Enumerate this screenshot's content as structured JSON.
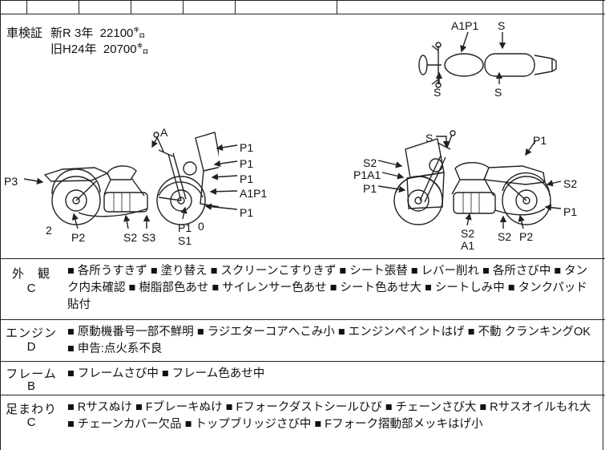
{
  "shaken": {
    "label": "車検証",
    "line1": "新R 3年  22100㌔",
    "line2": "旧H24年  20700㌔"
  },
  "top_view_labels": [
    "A1P1",
    "S",
    "S",
    "S"
  ],
  "left_bike_labels": [
    "A",
    "P1",
    "P1",
    "P1",
    "A1P1",
    "P1",
    "P3",
    "2",
    "P2",
    "S2",
    "S3",
    "P1",
    "S1",
    "0"
  ],
  "right_bike_labels": [
    "S",
    "P1",
    "S2",
    "P1A1",
    "P1",
    "S2",
    "P1",
    "S2",
    "A1",
    "S2",
    "P2"
  ],
  "sections": [
    {
      "name": "外　観",
      "grade": "C",
      "comments": "■ 各所うすきず ■ 塗り替え ■ スクリーンこすりきず ■ シート張替 ■ レバー削れ ■ 各所さび中 ■ タンク内未確認 ■ 樹脂部色あせ ■ サイレンサー色あせ ■ シート色あせ大 ■ シートしみ中 ■ タンクパッド貼付"
    },
    {
      "name": "エンジン",
      "grade": "D",
      "comments": "■ 原動機番号一部不鮮明 ■ ラジエターコアへこみ小 ■ エンジンペイントはげ ■ 不動 クランキングOK ■ 申告:点火系不良"
    },
    {
      "name": "フレーム",
      "grade": "B",
      "comments": "■ フレームさび中 ■ フレーム色あせ中"
    },
    {
      "name": "足まわり",
      "grade": "C",
      "comments": "■ Rサスぬけ ■ Fブレーキぬけ ■ Fフォークダストシールひび ■ チェーンさび大 ■ Rサスオイルもれ大 ■ チェーンカバー欠品 ■ トップブリッジさび中 ■ Fフォーク摺動部メッキはげ小"
    }
  ],
  "colors": {
    "line": "#222222",
    "text": "#111111",
    "background": "#ffffff"
  }
}
